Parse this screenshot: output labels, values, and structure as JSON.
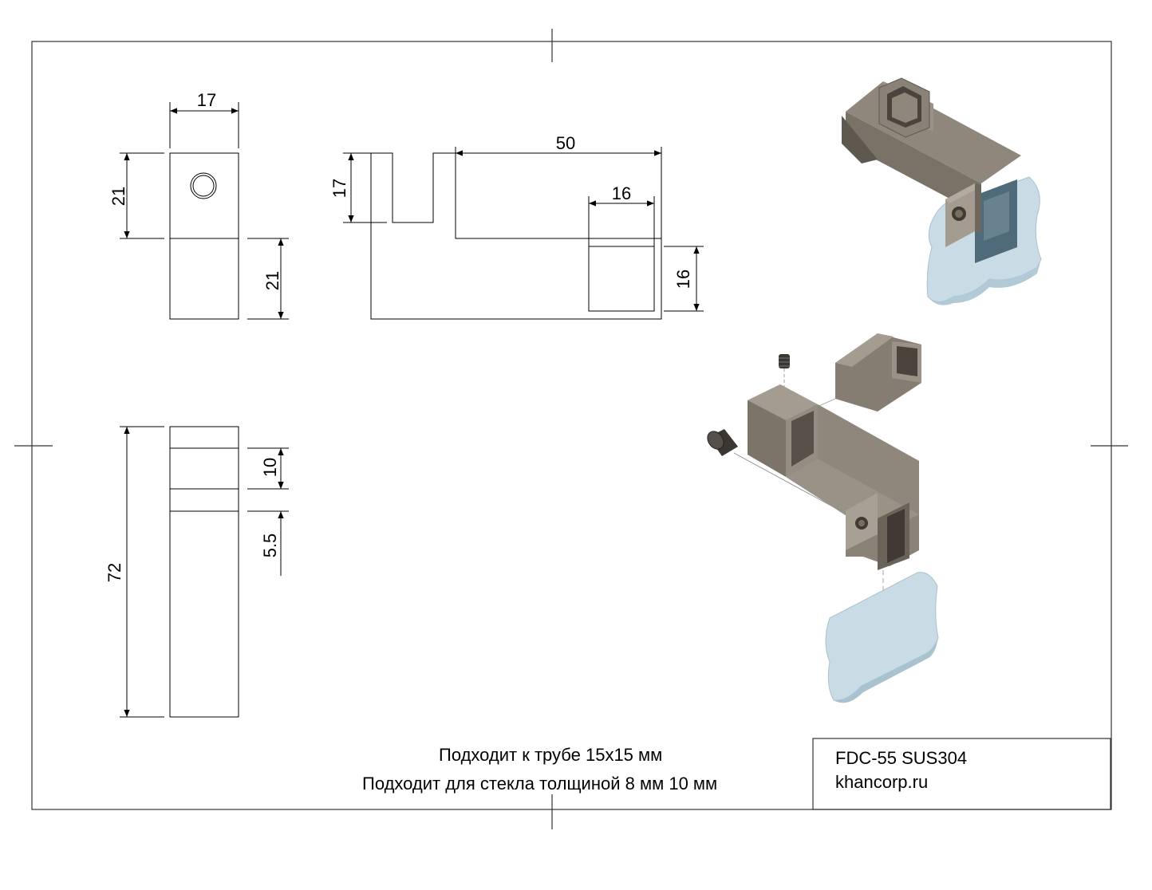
{
  "dimensions": {
    "top_width": "17",
    "top_height": "21",
    "side_height_upper": "21",
    "front_height": "17",
    "front_length": "50",
    "tube_width": "16",
    "tube_height": "16",
    "bottom_total": "72",
    "bottom_slot": "10",
    "bottom_gap": "5.5"
  },
  "notes": {
    "line1": "Подходит к трубе 15х15 мм",
    "line2": "Подходит для стекла толщиной 8 мм 10 мм"
  },
  "title_block": {
    "part": "FDC-55 SUS304",
    "site": "khancorp.ru"
  },
  "colors": {
    "metal": "#8f877b",
    "metal_dark": "#6e675d",
    "metal_light": "#b3ab9f",
    "glass": "#c9dbe4",
    "glass_edge": "#a8c2cf",
    "glass_dark": "#4f6a78"
  }
}
